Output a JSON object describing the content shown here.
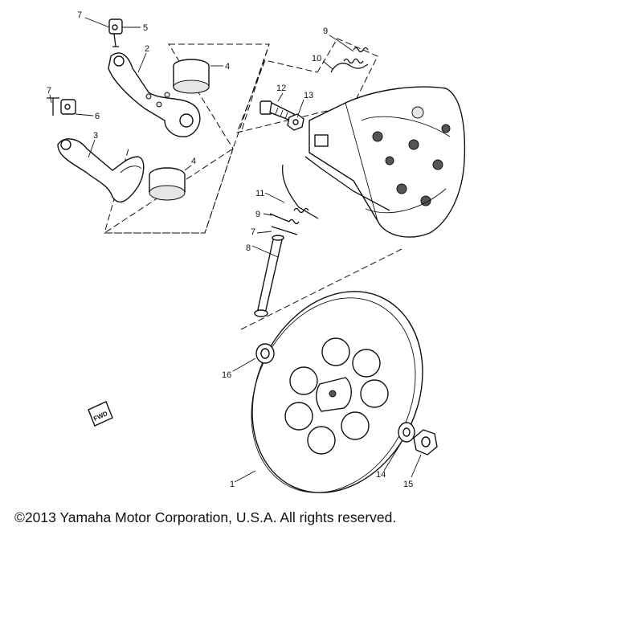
{
  "diagram": {
    "callouts": {
      "c1": "1",
      "c2": "2",
      "c3": "3",
      "c4a": "4",
      "c4b": "4",
      "c5": "5",
      "c6": "6",
      "c7a": "7",
      "c7b": "7",
      "c7c": "7",
      "c8": "8",
      "c9a": "9",
      "c9b": "9",
      "c10": "10",
      "c11": "11",
      "c12": "12",
      "c13": "13",
      "c14": "14",
      "c15": "15",
      "c16": "16"
    },
    "fwd_tag": "FWD"
  },
  "footer": {
    "copyright": "©2013 Yamaha Motor Corporation, U.S.A. All rights reserved."
  }
}
